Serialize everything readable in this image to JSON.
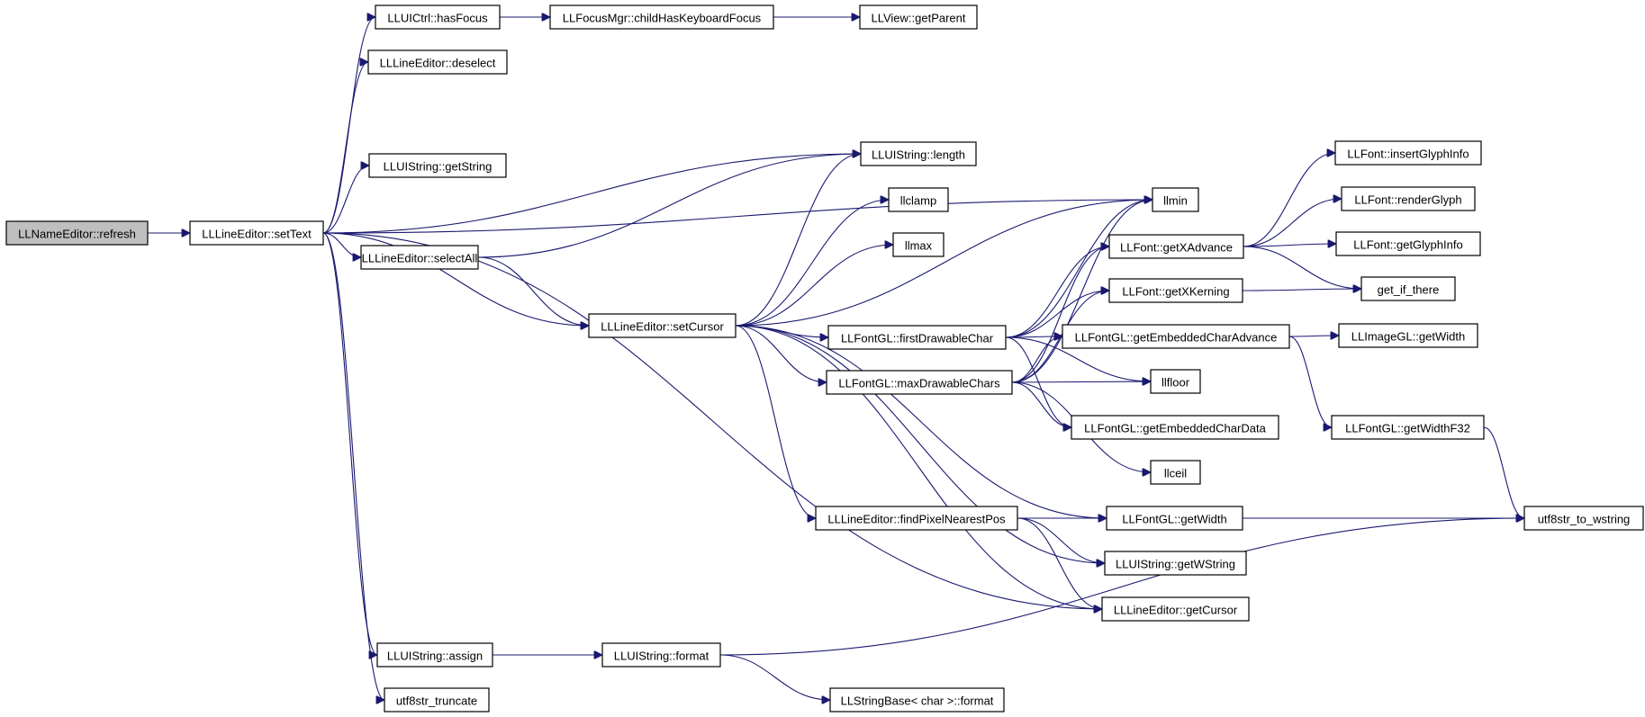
{
  "graph": {
    "root": "LLNameEditor::refresh",
    "colors": {
      "edge": "#191970",
      "root_fill": "#bfbfbf",
      "node_fill": "#ffffff",
      "node_border": "#000000"
    },
    "nodes": [
      {
        "id": "refresh",
        "label": "LLNameEditor::refresh"
      },
      {
        "id": "setText",
        "label": "LLLineEditor::setText"
      },
      {
        "id": "hasFocus",
        "label": "LLUICtrl::hasFocus"
      },
      {
        "id": "childHasKbFocus",
        "label": "LLFocusMgr::childHasKeyboardFocus"
      },
      {
        "id": "getParent",
        "label": "LLView::getParent"
      },
      {
        "id": "deselect",
        "label": "LLLineEditor::deselect"
      },
      {
        "id": "getString",
        "label": "LLUIString::getString"
      },
      {
        "id": "length",
        "label": "LLUIString::length"
      },
      {
        "id": "llclamp",
        "label": "llclamp"
      },
      {
        "id": "llmax",
        "label": "llmax"
      },
      {
        "id": "llmin",
        "label": "llmin"
      },
      {
        "id": "selectAll",
        "label": "LLLineEditor::selectAll"
      },
      {
        "id": "setCursor",
        "label": "LLLineEditor::setCursor"
      },
      {
        "id": "firstDrawableChar",
        "label": "LLFontGL::firstDrawableChar"
      },
      {
        "id": "maxDrawableChars",
        "label": "LLFontGL::maxDrawableChars"
      },
      {
        "id": "getXAdvance",
        "label": "LLFont::getXAdvance"
      },
      {
        "id": "getXKerning",
        "label": "LLFont::getXKerning"
      },
      {
        "id": "getEmbCharAdvance",
        "label": "LLFontGL::getEmbeddedCharAdvance"
      },
      {
        "id": "llfloor",
        "label": "llfloor"
      },
      {
        "id": "getEmbCharData",
        "label": "LLFontGL::getEmbeddedCharData"
      },
      {
        "id": "llceil",
        "label": "llceil"
      },
      {
        "id": "insertGlyphInfo",
        "label": "LLFont::insertGlyphInfo"
      },
      {
        "id": "renderGlyph",
        "label": "LLFont::renderGlyph"
      },
      {
        "id": "getGlyphInfo",
        "label": "LLFont::getGlyphInfo"
      },
      {
        "id": "getIfThere",
        "label": "get_if_there"
      },
      {
        "id": "imgGetWidth",
        "label": "LLImageGL::getWidth"
      },
      {
        "id": "getWidthF32",
        "label": "LLFontGL::getWidthF32"
      },
      {
        "id": "findPixelNearestPos",
        "label": "LLLineEditor::findPixelNearestPos"
      },
      {
        "id": "fontGetWidth",
        "label": "LLFontGL::getWidth"
      },
      {
        "id": "utf8ToWstring",
        "label": "utf8str_to_wstring"
      },
      {
        "id": "getWString",
        "label": "LLUIString::getWString"
      },
      {
        "id": "getCursor",
        "label": "LLLineEditor::getCursor"
      },
      {
        "id": "assign",
        "label": "LLUIString::assign"
      },
      {
        "id": "format",
        "label": "LLUIString::format"
      },
      {
        "id": "strFormat",
        "label": "LLStringBase< char >::format"
      },
      {
        "id": "truncate",
        "label": "utf8str_truncate"
      }
    ],
    "edges": [
      [
        "refresh",
        "setText"
      ],
      [
        "setText",
        "hasFocus"
      ],
      [
        "setText",
        "deselect"
      ],
      [
        "setText",
        "llmin"
      ],
      [
        "setText",
        "getString"
      ],
      [
        "setText",
        "length"
      ],
      [
        "setText",
        "selectAll"
      ],
      [
        "setText",
        "setCursor"
      ],
      [
        "setText",
        "getCursor"
      ],
      [
        "setText",
        "assign"
      ],
      [
        "setText",
        "truncate"
      ],
      [
        "hasFocus",
        "childHasKbFocus"
      ],
      [
        "childHasKbFocus",
        "getParent"
      ],
      [
        "selectAll",
        "length"
      ],
      [
        "selectAll",
        "setCursor"
      ],
      [
        "setCursor",
        "length"
      ],
      [
        "setCursor",
        "llclamp"
      ],
      [
        "setCursor",
        "llmax"
      ],
      [
        "setCursor",
        "llmin"
      ],
      [
        "setCursor",
        "firstDrawableChar"
      ],
      [
        "setCursor",
        "maxDrawableChars"
      ],
      [
        "setCursor",
        "findPixelNearestPos"
      ],
      [
        "setCursor",
        "fontGetWidth"
      ],
      [
        "setCursor",
        "getWString"
      ],
      [
        "setCursor",
        "getCursor"
      ],
      [
        "firstDrawableChar",
        "llmin"
      ],
      [
        "firstDrawableChar",
        "getXAdvance"
      ],
      [
        "firstDrawableChar",
        "getXKerning"
      ],
      [
        "firstDrawableChar",
        "getEmbCharAdvance"
      ],
      [
        "firstDrawableChar",
        "llfloor"
      ],
      [
        "firstDrawableChar",
        "getEmbCharData"
      ],
      [
        "maxDrawableChars",
        "llmin"
      ],
      [
        "maxDrawableChars",
        "getXAdvance"
      ],
      [
        "maxDrawableChars",
        "getXKerning"
      ],
      [
        "maxDrawableChars",
        "getEmbCharAdvance"
      ],
      [
        "maxDrawableChars",
        "llfloor"
      ],
      [
        "maxDrawableChars",
        "getEmbCharData"
      ],
      [
        "maxDrawableChars",
        "llceil"
      ],
      [
        "getXAdvance",
        "insertGlyphInfo"
      ],
      [
        "getXAdvance",
        "renderGlyph"
      ],
      [
        "getXAdvance",
        "getGlyphInfo"
      ],
      [
        "getXAdvance",
        "getIfThere"
      ],
      [
        "getXKerning",
        "getIfThere"
      ],
      [
        "getEmbCharAdvance",
        "imgGetWidth"
      ],
      [
        "getEmbCharAdvance",
        "getWidthF32"
      ],
      [
        "getWidthF32",
        "utf8ToWstring"
      ],
      [
        "findPixelNearestPos",
        "fontGetWidth"
      ],
      [
        "findPixelNearestPos",
        "getWString"
      ],
      [
        "findPixelNearestPos",
        "getCursor"
      ],
      [
        "fontGetWidth",
        "utf8ToWstring"
      ],
      [
        "assign",
        "format"
      ],
      [
        "format",
        "utf8ToWstring"
      ],
      [
        "format",
        "strFormat"
      ]
    ]
  }
}
